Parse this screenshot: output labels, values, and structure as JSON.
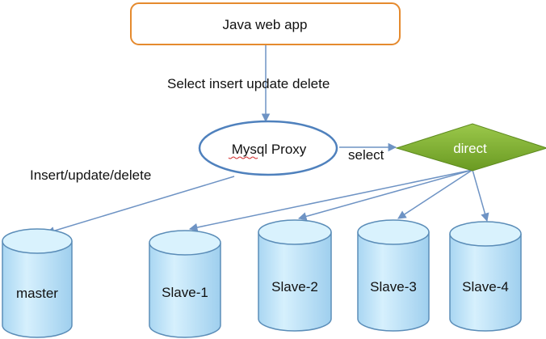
{
  "nodes": {
    "app": {
      "label": "Java web app"
    },
    "proxy": {
      "label_prefix": "Mysql",
      "label_suffix": " Proxy"
    },
    "direct": {
      "label": "direct"
    },
    "master": {
      "label": "master"
    },
    "slaves": [
      {
        "label": "Slave-1"
      },
      {
        "label": "Slave-2"
      },
      {
        "label": "Slave-3"
      },
      {
        "label": "Slave-4"
      }
    ]
  },
  "edges": {
    "app_to_proxy": {
      "label": "Select  insert update delete"
    },
    "proxy_to_direct": {
      "label": "select"
    },
    "proxy_to_master": {
      "label": "Insert/update/delete"
    }
  },
  "colors": {
    "app_border": "#E58A2E",
    "proxy_border": "#4F81BD",
    "direct_fill": "#7FB031",
    "cylinder_fill": "#C9E9FA",
    "cylinder_stroke": "#5B8DB8",
    "arrow": "#6E93C4"
  }
}
